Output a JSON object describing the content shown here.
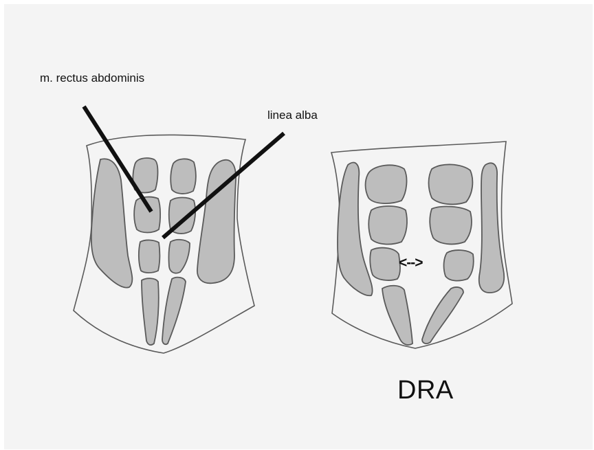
{
  "labels": {
    "rectus": "m. rectus abdominis",
    "linea_alba": "linea alba",
    "dra": "DRA",
    "gap_arrow": "<-->"
  },
  "colors": {
    "paper": "#f4f4f4",
    "outline": "#5a5a5a",
    "muscle_fill": "#bdbdbd",
    "pointer_line": "#111111"
  }
}
